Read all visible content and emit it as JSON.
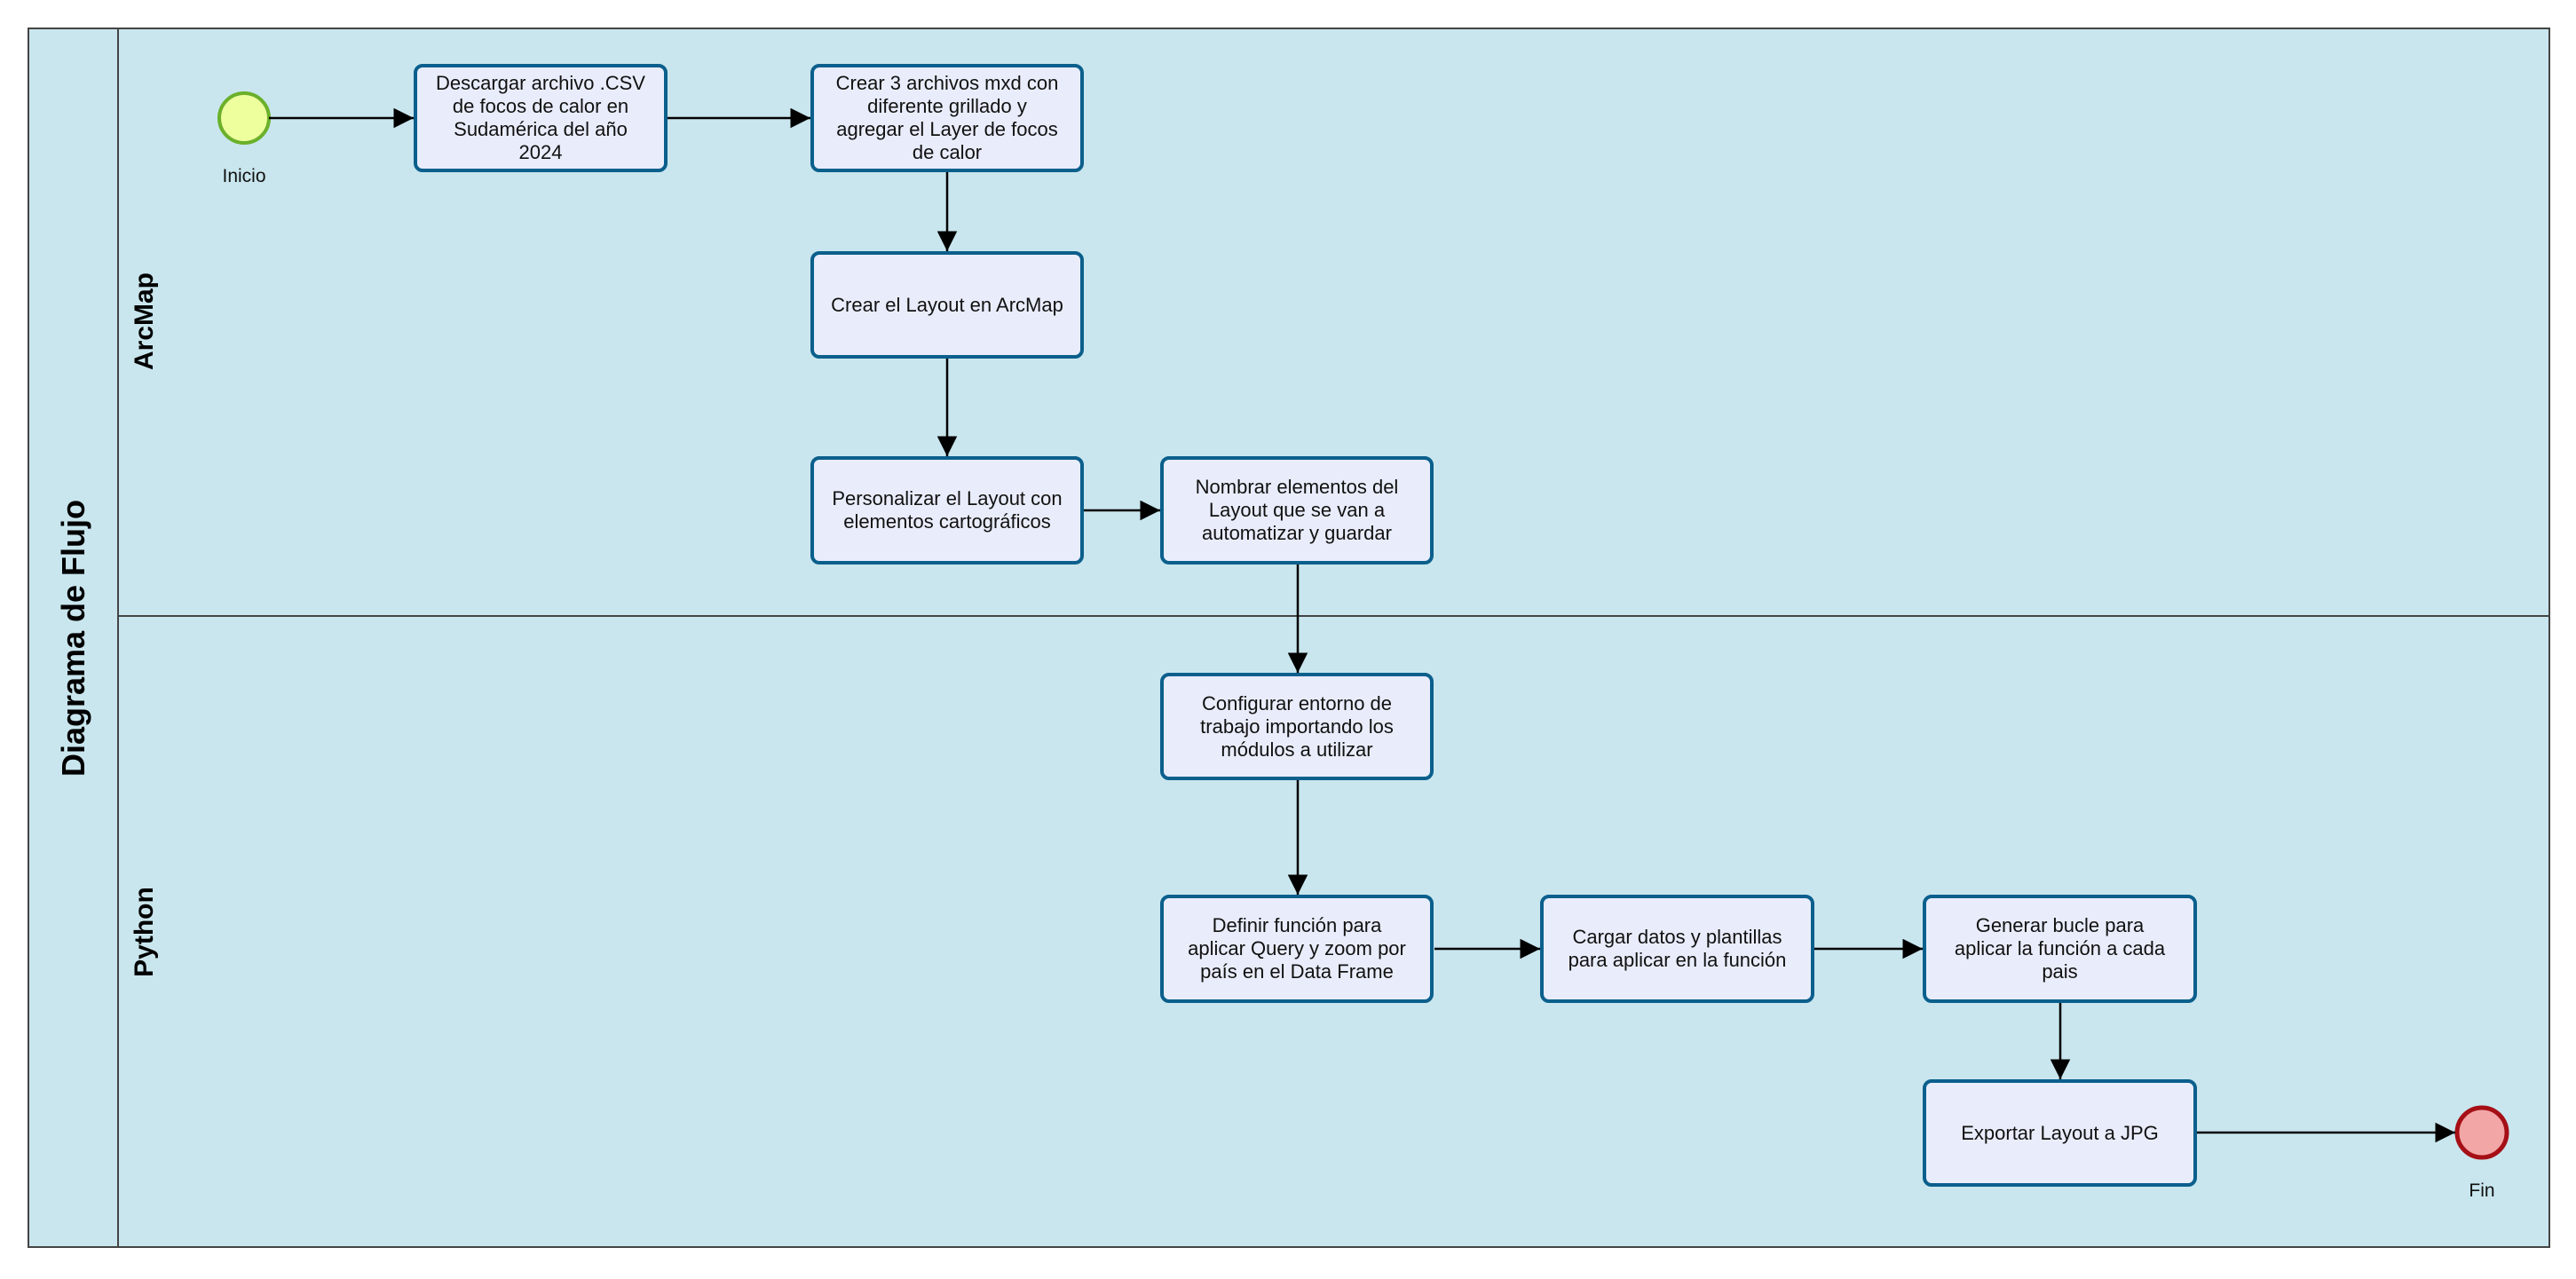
{
  "pool": {
    "title": "Diagrama de Flujo"
  },
  "lanes": [
    {
      "label": "ArcMap"
    },
    {
      "label": "Python"
    }
  ],
  "events": {
    "start": {
      "label": "Inicio",
      "fill": "#eeff9e",
      "stroke": "#6bb02a"
    },
    "end": {
      "label": "Fin",
      "fill": "#f2a6a6",
      "stroke": "#a50f15"
    }
  },
  "tasks": [
    {
      "text": "Descargar archivo .CSV\nde focos de calor en\nSudamérica del año\n2024"
    },
    {
      "text": "Crear 3 archivos mxd con\ndiferente grillado y\nagregar el Layer de focos\nde calor"
    },
    {
      "text": "Crear el Layout en ArcMap"
    },
    {
      "text": "Personalizar el Layout con\nelementos cartográficos"
    },
    {
      "text": "Nombrar elementos del\nLayout que se van a\nautomatizar y guardar"
    },
    {
      "text": "Configurar entorno de\ntrabajo importando  los\nmódulos a utilizar"
    },
    {
      "text": "Definir función para\naplicar Query y zoom por\npaís  en el Data Frame"
    },
    {
      "text": "Cargar datos  y plantillas\npara aplicar en la función"
    },
    {
      "text": "Generar bucle para\naplicar la función a cada\npais"
    },
    {
      "text": "Exportar Layout a JPG"
    }
  ],
  "colors": {
    "lane_bg": "#c9e6ee",
    "task_fill": "#e9edfb",
    "task_stroke": "#0b5f8c"
  }
}
